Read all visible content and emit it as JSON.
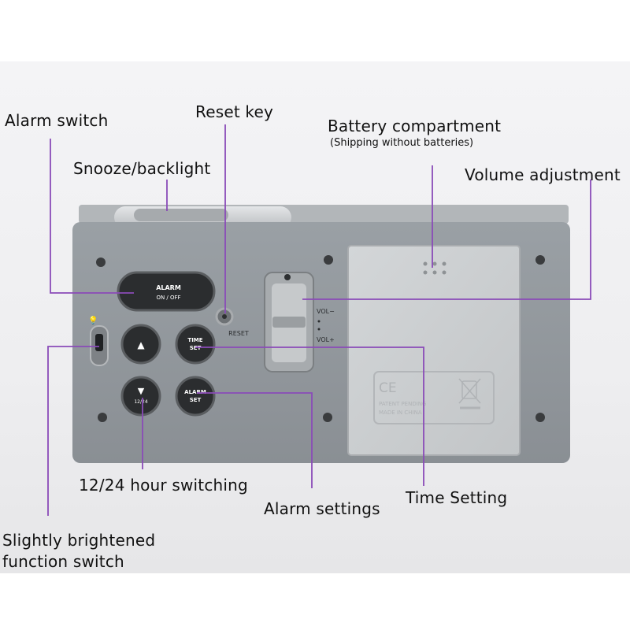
{
  "labels": {
    "alarm_switch": "Alarm switch",
    "reset_key": "Reset key",
    "battery_compartment": "Battery compartment",
    "battery_note": "(Shipping without batteries)",
    "snooze_backlight": "Snooze/backlight",
    "volume_adjustment": "Volume adjustment",
    "hour_switching": "12/24 hour switching",
    "alarm_settings": "Alarm settings",
    "time_setting": "Time Setting",
    "brightened_switch_line1": "Slightly brightened",
    "brightened_switch_line2": "function switch"
  },
  "device": {
    "alarm_button_line1": "ALARM",
    "alarm_button_line2": "ON / OFF",
    "reset_label": "RESET",
    "time_set_line1": "TIME",
    "time_set_line2": "SET",
    "alarm_set_line1": "ALARM",
    "alarm_set_line2": "SET",
    "hour_key_label": "12/24",
    "vol_minus": "VOL−",
    "vol_plus": "VOL+",
    "ce_mark": "CE",
    "patent_text": "PATENT PENDING",
    "made_in_text": "MADE IN CHINA",
    "up_glyph": "▲",
    "down_glyph": "▼"
  },
  "colors": {
    "leader_line": "#8a4bb8",
    "device_body": "#8f9499",
    "battery_cover": "#c9ccce",
    "button": "#2b2d2f"
  }
}
